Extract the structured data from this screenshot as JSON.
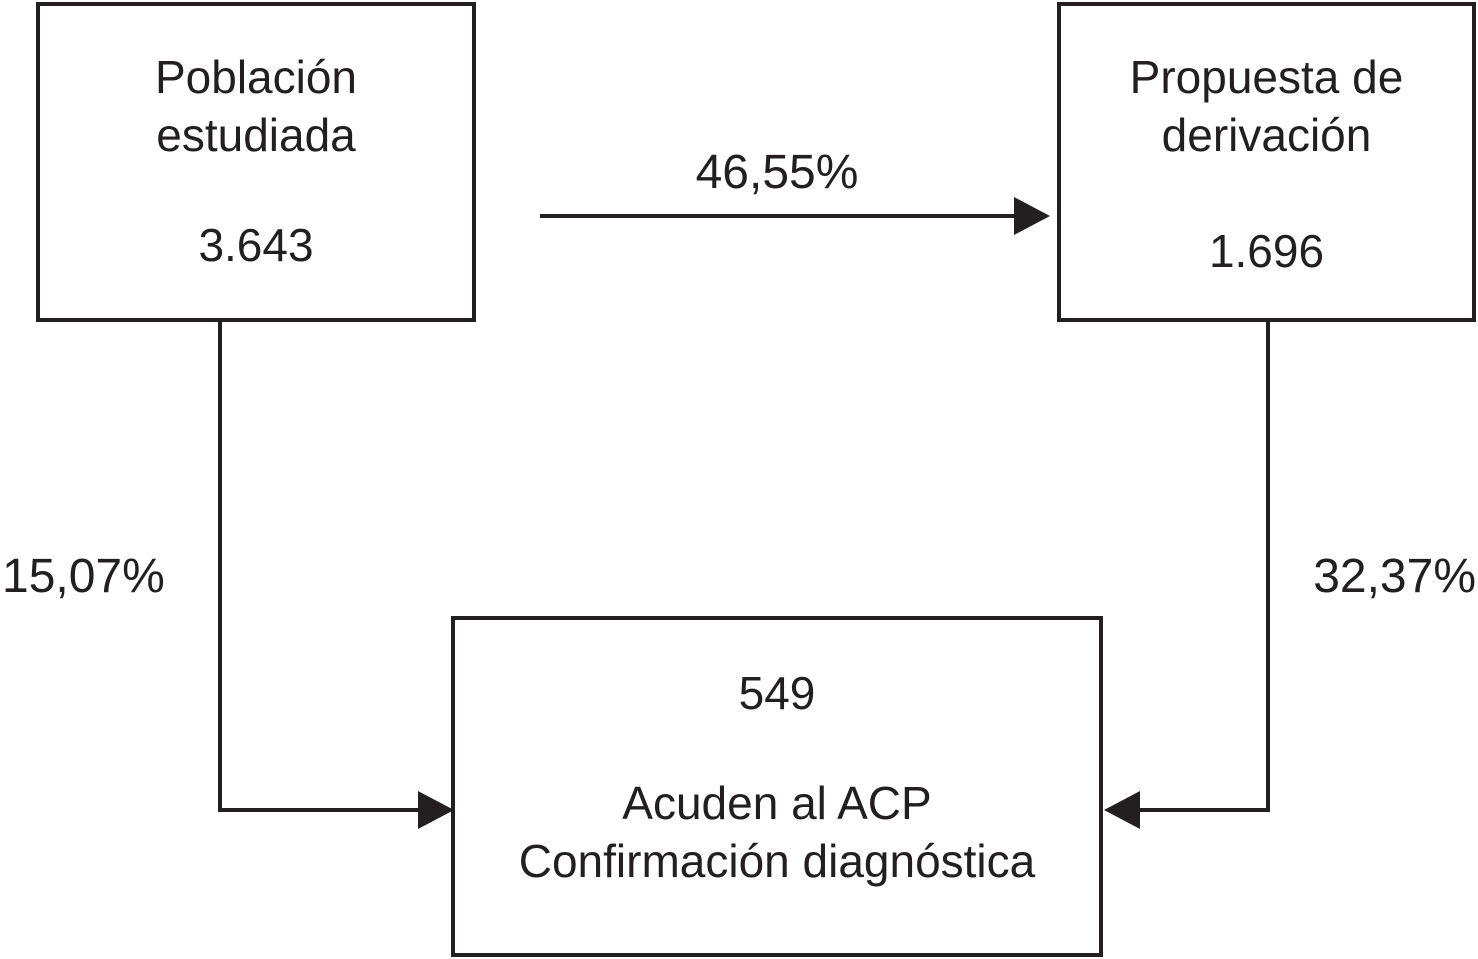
{
  "flowchart": {
    "population_box": {
      "title_line1": "Población",
      "title_line2": "estudiada",
      "value": "3.643"
    },
    "derivation_box": {
      "title_line1": "Propuesta de",
      "title_line2": "derivación",
      "value": "1.696"
    },
    "confirmation_box": {
      "value": "549",
      "detail_line1": "Acuden al ACP",
      "detail_line2": "Confirmación diagnóstica"
    },
    "arrow_labels": {
      "population_to_derivation": "46,55%",
      "population_to_confirmation": "15,07%",
      "derivation_to_confirmation": "32,37%"
    },
    "colors": {
      "ink": "#231f20",
      "background": "#ffffff"
    }
  }
}
